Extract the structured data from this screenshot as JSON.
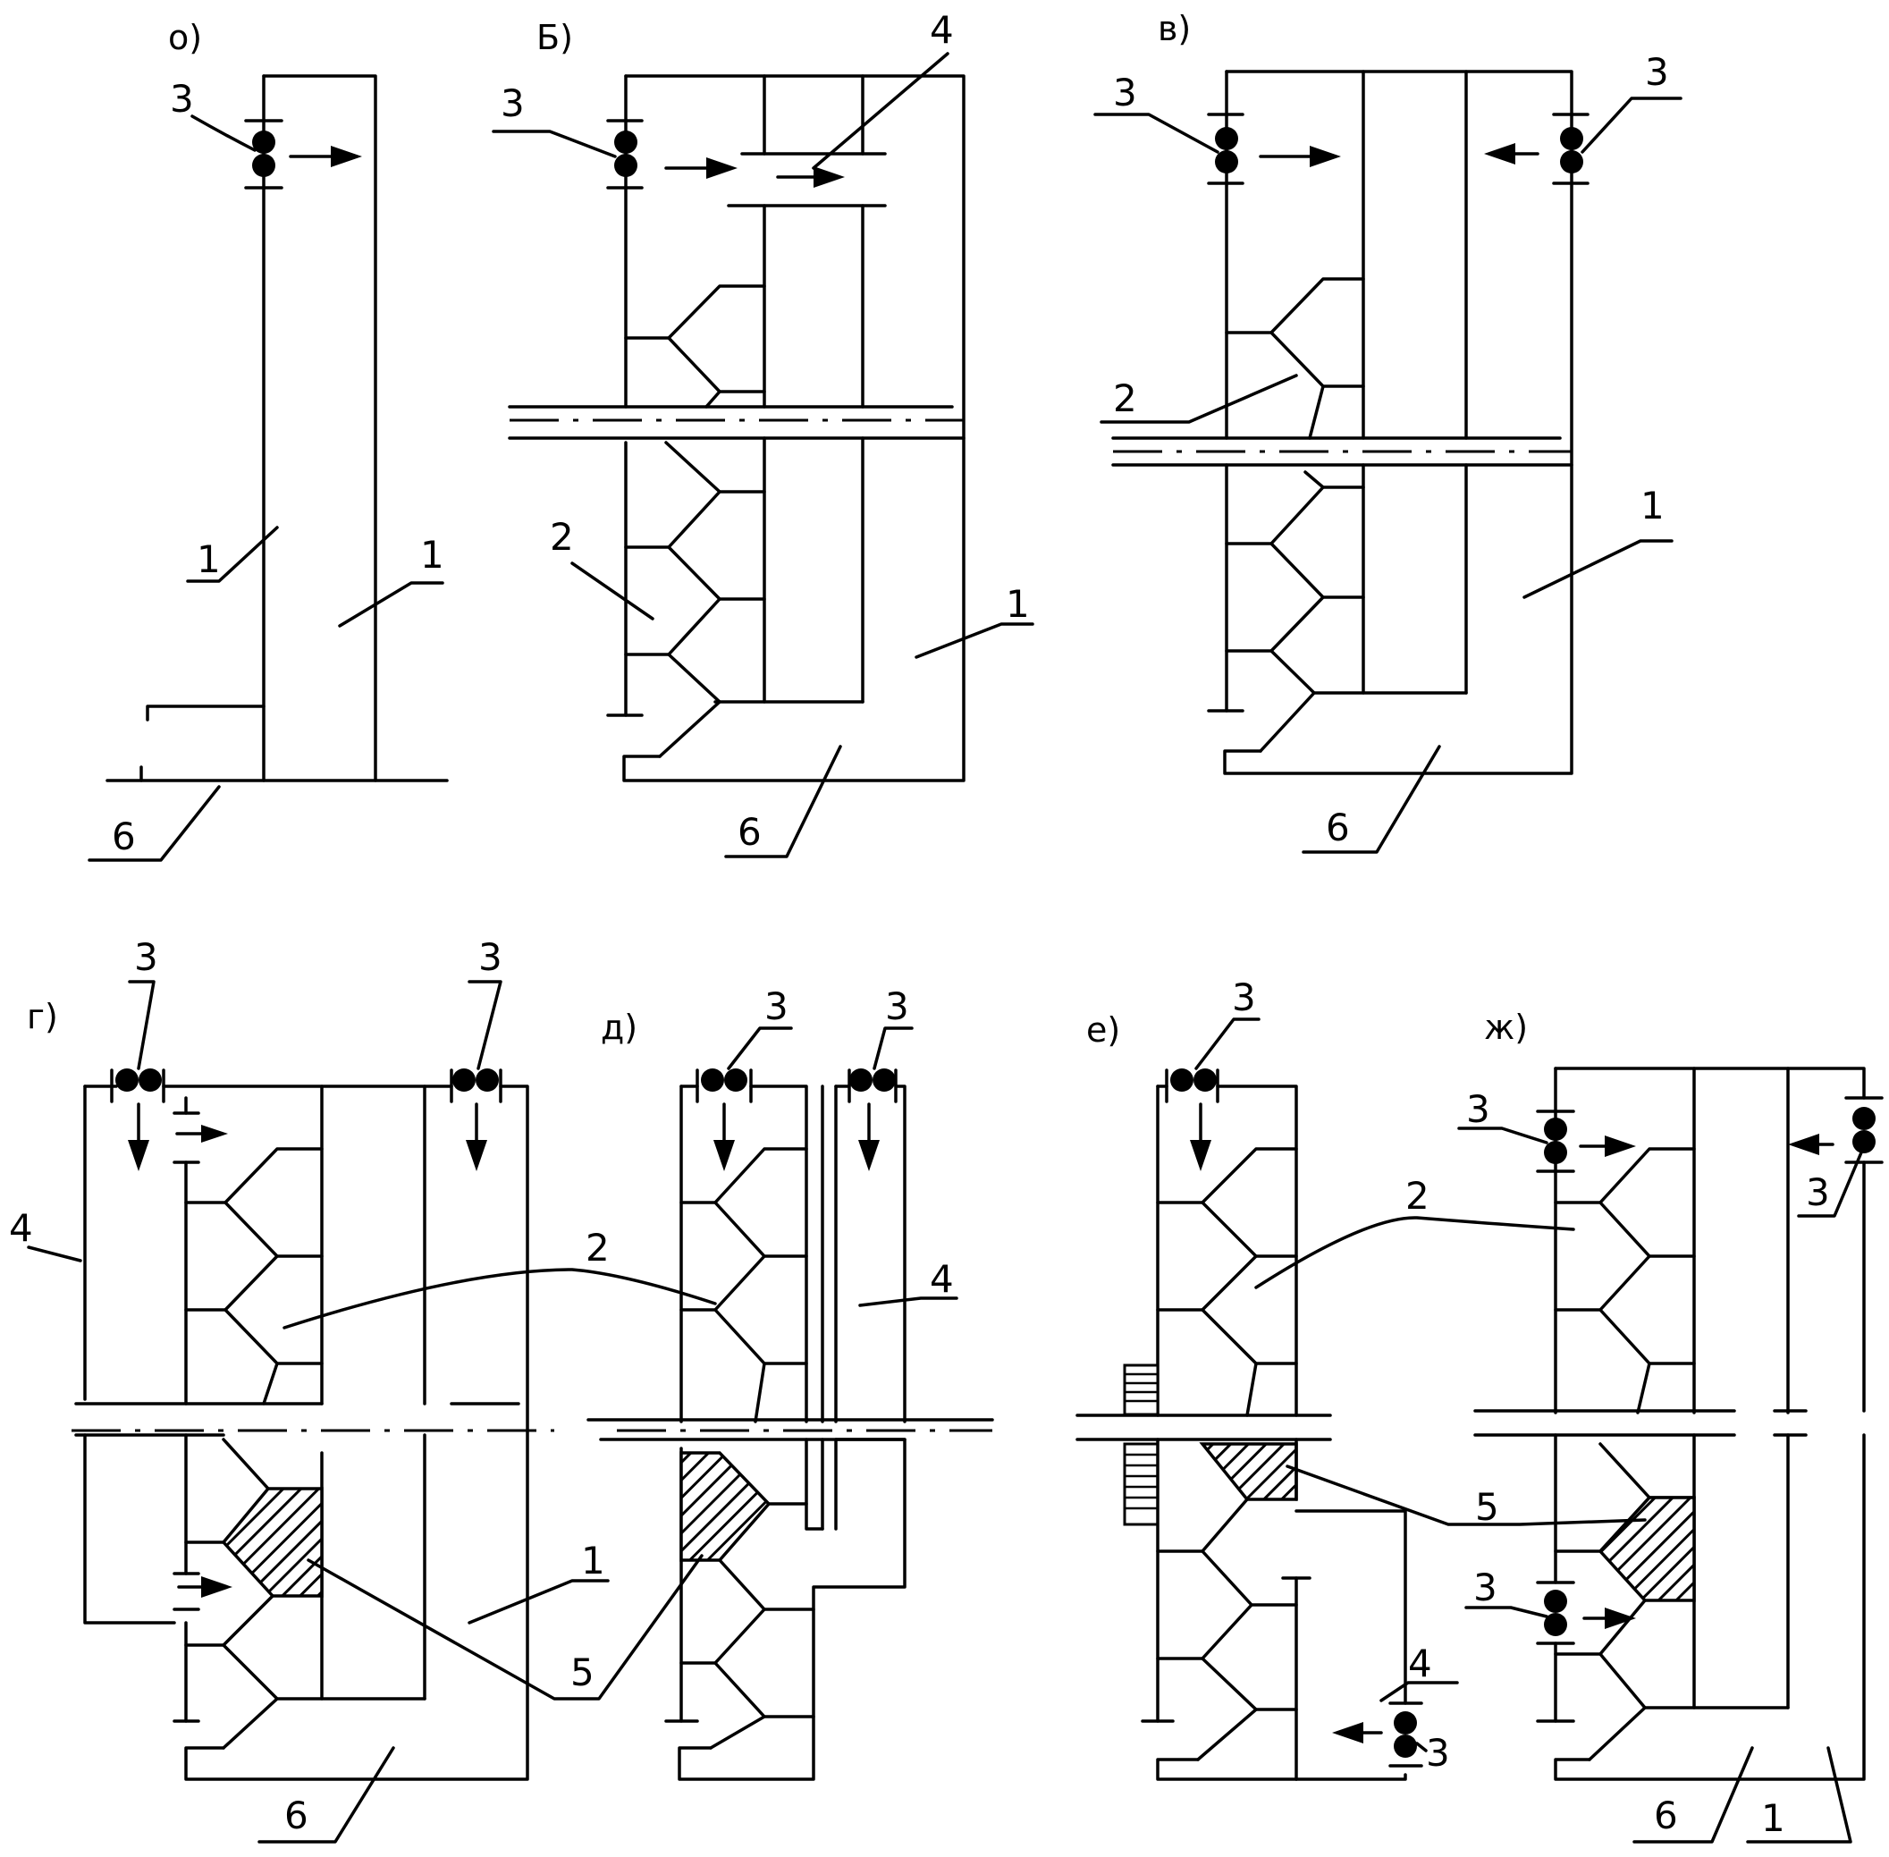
{
  "panels": {
    "a": {
      "title": "о)",
      "labels": {
        "fan": "3",
        "tank_left": "1",
        "tank_right": "1",
        "base": "6"
      }
    },
    "b": {
      "title": "Б)",
      "labels": {
        "fan": "3",
        "duct": "4",
        "cargo": "2",
        "tank": "1",
        "base": "6"
      }
    },
    "v": {
      "title": "в)",
      "labels": {
        "fan_left": "3",
        "fan_right": "3",
        "cargo": "2",
        "tank": "1",
        "base": "6"
      }
    },
    "g": {
      "title": "г)",
      "labels": {
        "fan_left": "3",
        "fan_right": "3",
        "duct": "4",
        "tank": "1",
        "base": "6"
      }
    },
    "d": {
      "title": "д)",
      "labels": {
        "fan_left": "3",
        "fan_right": "3",
        "duct": "4"
      }
    },
    "e": {
      "title": "е)",
      "labels": {
        "fan_top": "3",
        "fan_bottom": "3",
        "duct": "4"
      }
    },
    "zh": {
      "title": "ж)",
      "labels": {
        "fan_top_left": "3",
        "fan_top_right": "3",
        "fan_mid": "3",
        "base": "6",
        "tank": "1"
      }
    },
    "shared": {
      "cargo": "2",
      "fill": "5"
    }
  },
  "icons": [
    "fan-icon",
    "flow-arrow-icon"
  ]
}
